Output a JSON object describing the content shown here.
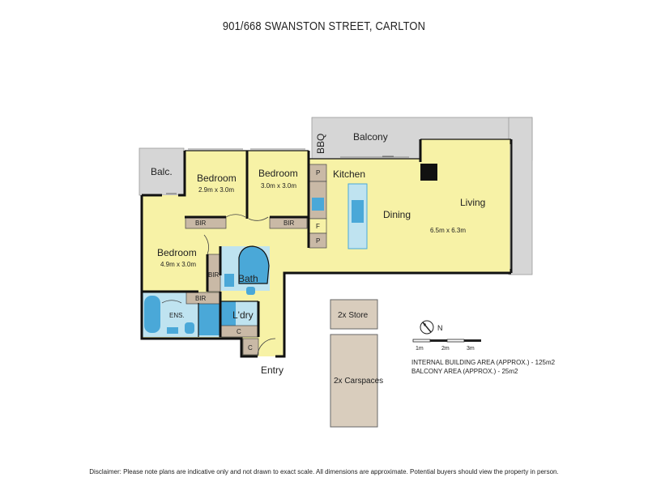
{
  "title": "901/668 SWANSTON STREET, CARLTON",
  "rooms": {
    "balcony": "Balcony",
    "bbq": "BBQ",
    "balc": "Balc.",
    "bedroom2": {
      "label": "Bedroom",
      "dims": "2.9m x 3.0m"
    },
    "bedroom3": {
      "label": "Bedroom",
      "dims": "3.0m x 3.0m"
    },
    "bedroom1": {
      "label": "Bedroom",
      "dims": "4.9m x 3.0m"
    },
    "kitchen": "Kitchen",
    "dining": "Dining",
    "living": {
      "label": "Living",
      "dims": "6.5m x 6.3m"
    },
    "bath": "Bath",
    "ens": "ENS.",
    "ldry": "L'dry",
    "entry": "Entry",
    "bir_labels": [
      "BIR",
      "BIR",
      "BIR",
      "BIR"
    ],
    "pantry_p1": "P",
    "pantry_p2": "P",
    "fridge": "F",
    "cupboard_c1": "C",
    "cupboard_c2": "C"
  },
  "outbuildings": {
    "store": "2x Store",
    "carspaces": "2x Carspaces"
  },
  "compass": {
    "label": "N",
    "icon": "north-arrow-icon"
  },
  "scale_bar": {
    "ticks": [
      "1m",
      "2m",
      "3m"
    ]
  },
  "areas": {
    "internal": "INTERNAL BUILDING AREA (APPROX.) - 125m2",
    "balcony": "BALCONY AREA (APPROX.) - 25m2"
  },
  "disclaimer": "Disclaimer: Please note plans are indicative only and not drawn to exact scale. All dimensions are approximate. Potential buyers should view the property in person.",
  "colors": {
    "floor": "#f7f2a6",
    "wet_area": "#bfe3f0",
    "fixture_blue": "#4aa8d8",
    "built_in": "#c9b9a6",
    "balcony": "#d6d6d6",
    "wall": "#111111",
    "outbuilding": "#d9cdbd"
  }
}
